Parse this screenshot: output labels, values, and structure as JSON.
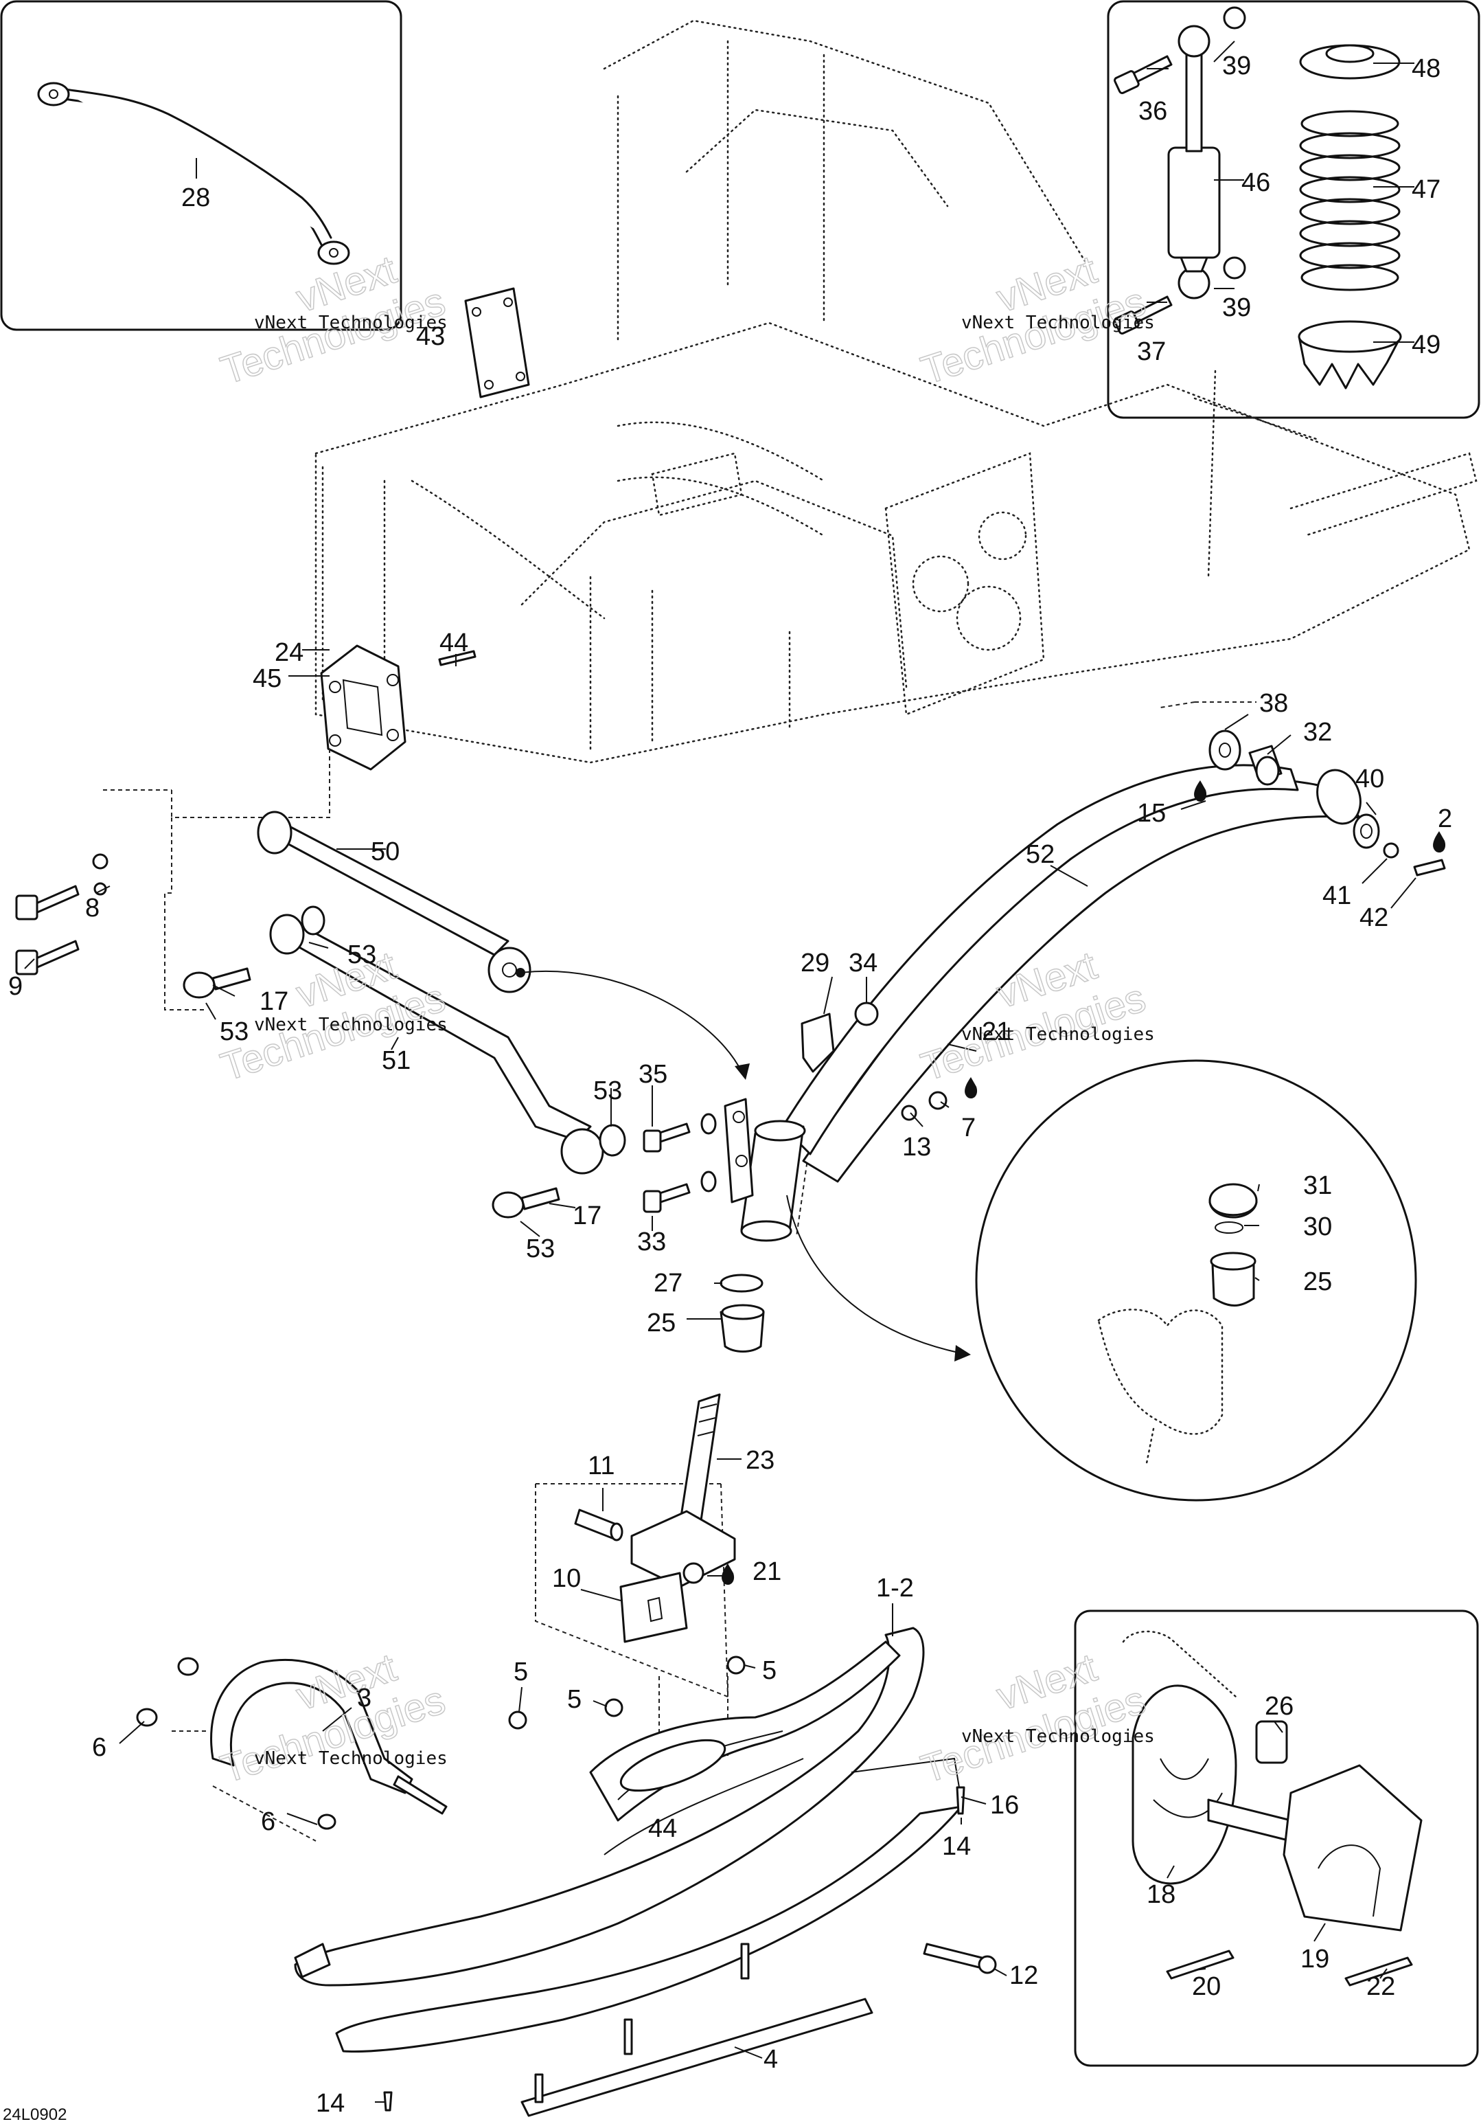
{
  "document_id": "24L0902",
  "watermark": {
    "line1": "vNext Technologies",
    "ghost_line1": "vNext",
    "ghost_line2": "Technologies"
  },
  "callouts": {
    "c1_2": "1-2",
    "c2": "2",
    "c3": "3",
    "c4": "4",
    "c5": "5",
    "c6": "6",
    "c7": "7",
    "c8": "8",
    "c9": "9",
    "c10": "10",
    "c11": "11",
    "c12": "12",
    "c13": "13",
    "c14": "14",
    "c15": "15",
    "c16": "16",
    "c17": "17",
    "c18": "18",
    "c19": "19",
    "c20": "20",
    "c21": "21",
    "c22": "22",
    "c23": "23",
    "c24": "24",
    "c25": "25",
    "c26": "26",
    "c27": "27",
    "c28": "28",
    "c29": "29",
    "c30": "30",
    "c31": "31",
    "c32": "32",
    "c33": "33",
    "c34": "34",
    "c35": "35",
    "c36": "36",
    "c37": "37",
    "c38": "38",
    "c39": "39",
    "c40": "40",
    "c41": "41",
    "c42": "42",
    "c43": "43",
    "c44": "44",
    "c45": "45",
    "c46": "46",
    "c47": "47",
    "c48": "48",
    "c49": "49",
    "c50": "50",
    "c51": "51",
    "c52": "52",
    "c53": "53"
  },
  "icons": {
    "grease": "grease-drop-icon"
  }
}
